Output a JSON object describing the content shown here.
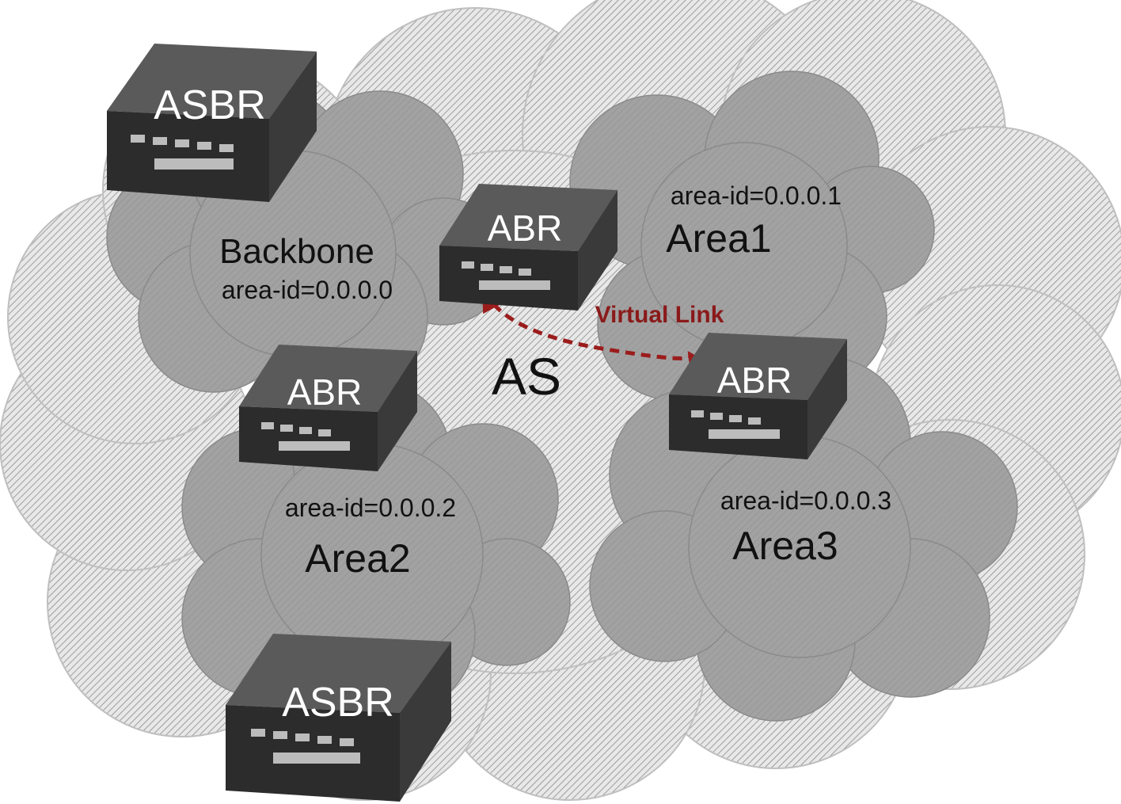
{
  "as_label": "AS",
  "virtual_link": {
    "label": "Virtual Link",
    "color": "#9b1c1c"
  },
  "areas": [
    {
      "name": "Backbone",
      "area_id": "area-id=0.0.0.0"
    },
    {
      "name": "Area1",
      "area_id": "area-id=0.0.0.1"
    },
    {
      "name": "Area2",
      "area_id": "area-id=0.0.0.2"
    },
    {
      "name": "Area3",
      "area_id": "area-id=0.0.0.3"
    }
  ],
  "routers": [
    {
      "label": "ASBR"
    },
    {
      "label": "ABR"
    },
    {
      "label": "ABR"
    },
    {
      "label": "ABR"
    },
    {
      "label": "ASBR"
    }
  ],
  "colors": {
    "as_cloud": "#e6e6e6",
    "hatch": "#8a8a8a",
    "area_cloud": "#9a9a9a",
    "router_top": "#5a5a5a",
    "router_front": "#2c2c2c",
    "router_side": "#3e3e3e"
  }
}
